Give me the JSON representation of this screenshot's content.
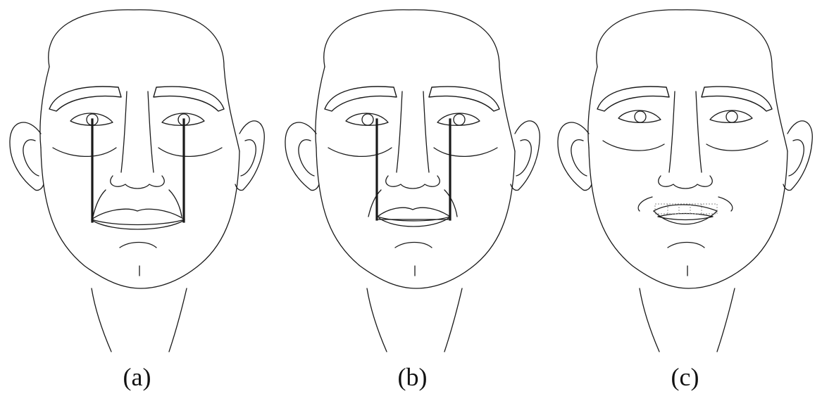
{
  "panels": [
    {
      "id": "a",
      "label": "(a)",
      "guide_lines": "thick",
      "lip_grid": false
    },
    {
      "id": "b",
      "label": "(b)",
      "guide_lines": "thick",
      "lip_grid": false
    },
    {
      "id": "c",
      "label": "(c)",
      "guide_lines": "none",
      "lip_grid": true
    }
  ],
  "colors": {
    "line": "#1a1a1a",
    "background": "#ffffff",
    "grid": "#888888"
  }
}
